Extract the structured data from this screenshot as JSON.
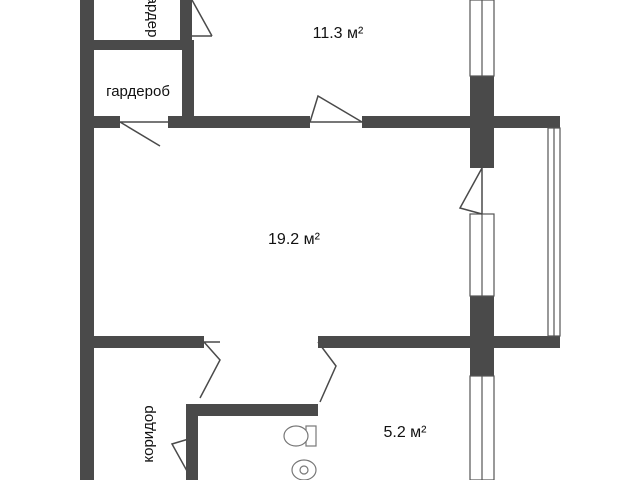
{
  "rooms": {
    "top_room_area": "11.3 м²",
    "living_area": "19.2 м²",
    "bathroom_area": "5.2 м²"
  },
  "labels": {
    "wardrobe": "гардероб",
    "wardrobe_top": "гардер",
    "corridor": "коридор"
  },
  "colors": {
    "wall": "#4a4a4a",
    "background": "#ffffff"
  }
}
